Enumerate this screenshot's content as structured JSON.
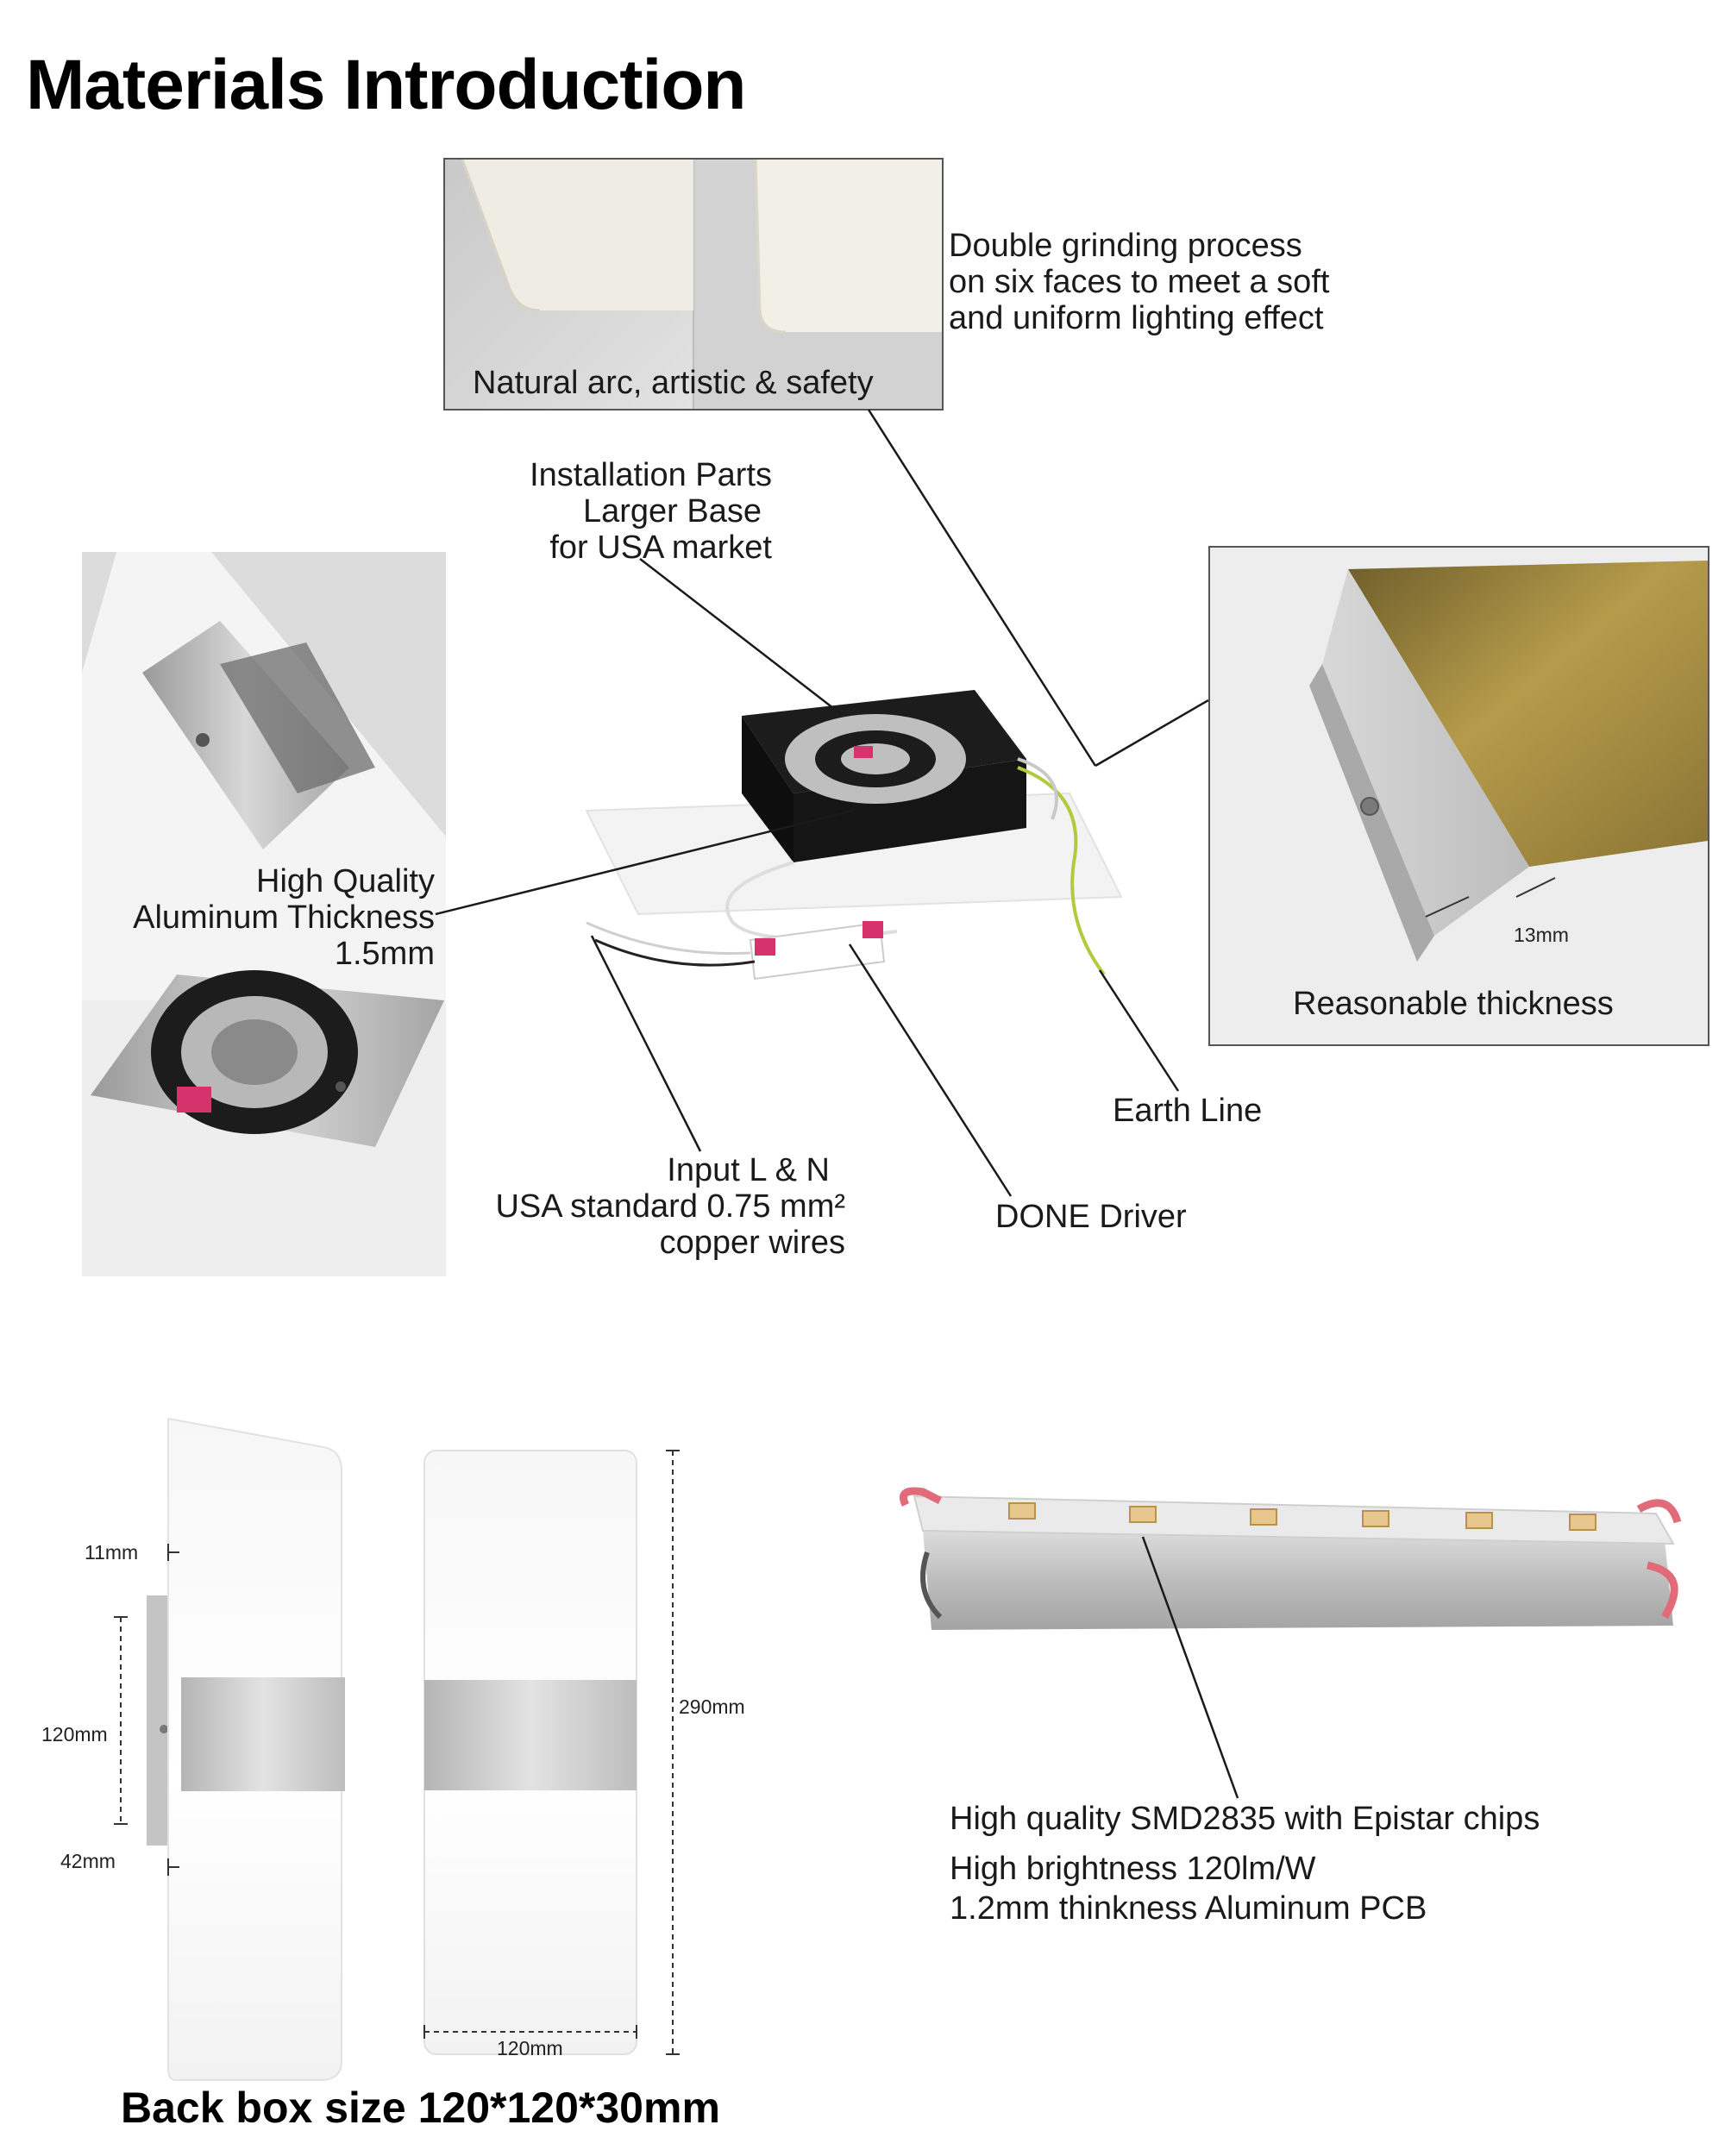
{
  "page_title": "Materials Introduction",
  "top_photo": {
    "caption": "Natural arc, artistic & safety",
    "note": [
      "Double grinding process",
      "on six faces to meet a soft",
      "and uniform lighting effect"
    ]
  },
  "installation_label": [
    "Installation Parts",
    "Larger Base",
    "for USA market"
  ],
  "aluminum_label": [
    "High Quality",
    "Aluminum Thickness",
    "1.5mm"
  ],
  "thickness_photo": {
    "dimension": "13mm",
    "caption": "Reasonable thickness"
  },
  "earth_line_label": "Earth Line",
  "input_label": [
    "Input L & N",
    "USA standard 0.75 mm²",
    "copper wires"
  ],
  "driver_label": "DONE Driver",
  "dimensions": {
    "top_gap": "11mm",
    "base_height": "120mm",
    "bottom_gap": "42mm",
    "total_height": "290mm",
    "width": "120mm"
  },
  "led_strip_notes": [
    "High quality SMD2835 with Epistar chips",
    "High brightness 120lm/W",
    "1.2mm thinkness Aluminum PCB"
  ],
  "back_box": "Back box size 120*120*30mm",
  "colors": {
    "text": "#1a1a1a",
    "frame": "#555555",
    "brushed_gold": "#a08a3c",
    "aluminum": "#c8c8c8",
    "base_black": "#111111",
    "connector_pink": "#d6336c"
  }
}
